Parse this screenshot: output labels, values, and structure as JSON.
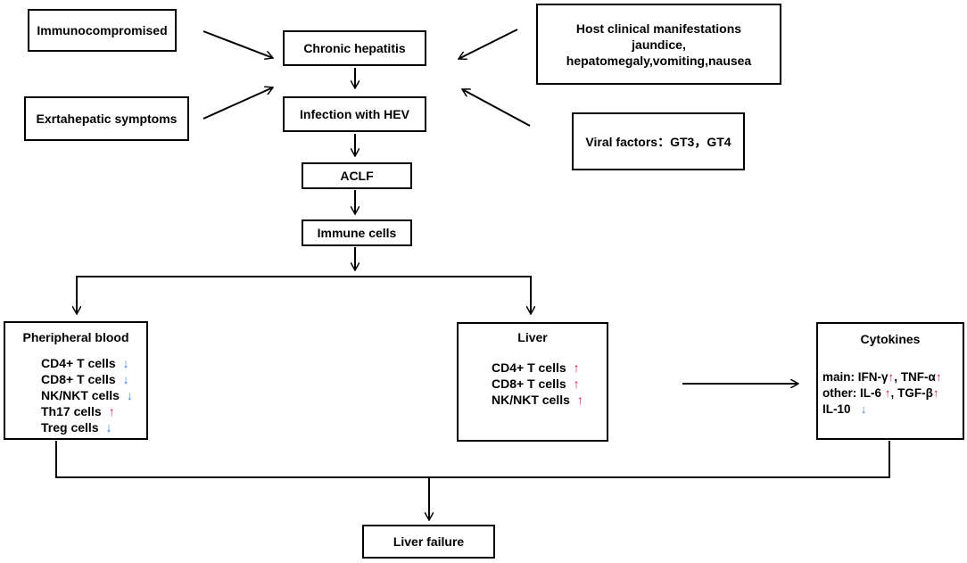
{
  "nodes": {
    "immunocompromised": "Immunocompromised",
    "extrahepatic": "Exrtahepatic symptoms",
    "chronic": "Chronic hepatitis",
    "infection": "Infection with HEV",
    "aclf": "ACLF",
    "immune_cells": "Immune cells",
    "host": {
      "line1": "Host clinical manifestations",
      "line2": "jaundice,",
      "line3": "hepatomegaly,vomiting,nausea"
    },
    "viral": "Viral factors：GT3，GT4",
    "liver_failure": "Liver failure"
  },
  "peripheral": {
    "title": "Pheripheral blood",
    "items": [
      {
        "label": "CD4+ T cells",
        "trend": "down"
      },
      {
        "label": "CD8+ T cells",
        "trend": "down"
      },
      {
        "label": "NK/NKT cells",
        "trend": "down"
      },
      {
        "label": "Th17 cells",
        "trend": "up"
      },
      {
        "label": "Treg cells",
        "trend": "down"
      }
    ]
  },
  "liver": {
    "title": "Liver",
    "items": [
      {
        "label": "CD4+ T cells",
        "trend": "up"
      },
      {
        "label": "CD8+ T cells",
        "trend": "up"
      },
      {
        "label": "NK/NKT cells",
        "trend": "up"
      }
    ]
  },
  "cytokines": {
    "title": "Cytokines",
    "main_prefix": "main: ",
    "main_a": "IFN-γ",
    "main_b": "TNF-α",
    "other_prefix": "other: ",
    "other_a": "IL-6",
    "other_b": "TGF-β",
    "il10": "IL-10",
    "sep": ", "
  },
  "colors": {
    "up": "#d21f4b",
    "down": "#3d7bd6",
    "line": "#000000"
  }
}
